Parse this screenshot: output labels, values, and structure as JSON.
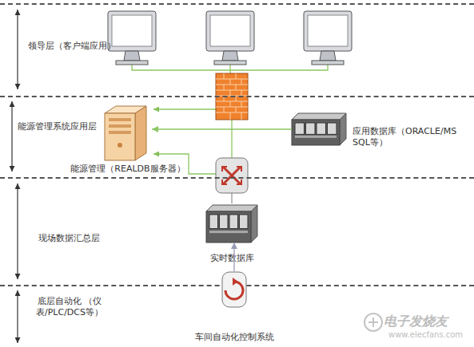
{
  "diagram": {
    "nodes": [
      {
        "text": [
          "领导层（客户端应用）"
        ]
      },
      {
        "text": [
          "能源管理系统应用层"
        ]
      },
      {
        "text": [
          "能源管理（REALDB服务器）"
        ],
        "in": 1
      },
      {
        "text": [
          "应用数据库（ORACLE/MS SQL等）"
        ],
        "in": 1
      },
      {
        "text": [
          "现场数据汇总层"
        ]
      },
      {
        "text": [
          "实时数据库"
        ],
        "in": 4
      },
      {
        "text": [
          "底层自动化 （仪表/PLC/DCS等）"
        ]
      },
      {
        "text": [
          "车间自动化控制系统"
        ],
        "in": 6
      }
    ],
    "edges": [
      {
        "from": 3,
        "to": 2,
        "arrow": "to"
      },
      {
        "from": 7,
        "to": 5,
        "arrow": "to"
      }
    ],
    "labels": [
      "电子发烧友",
      "www.elecfans.com"
    ]
  }
}
